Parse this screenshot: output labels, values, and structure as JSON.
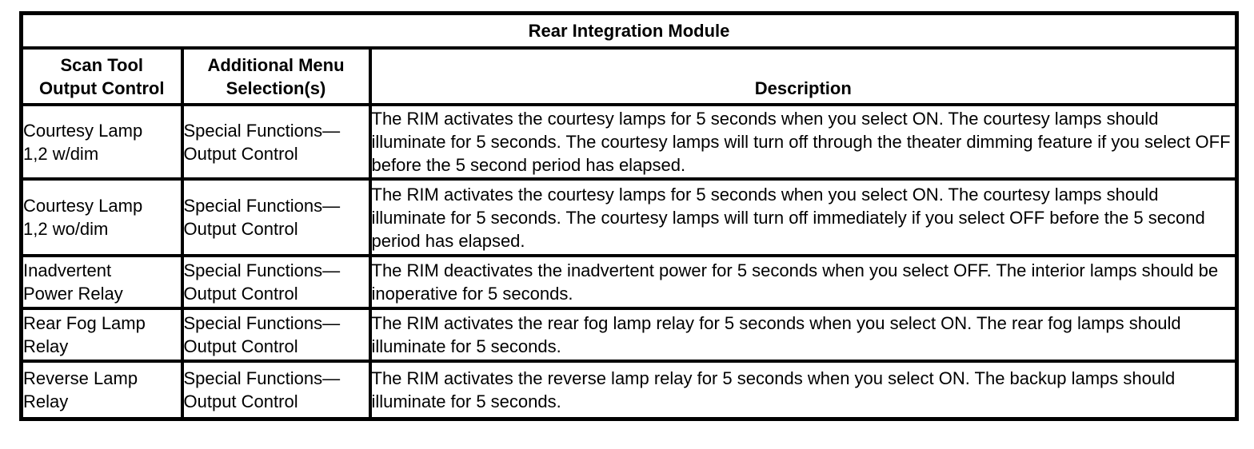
{
  "table": {
    "title": "Rear Integration Module",
    "columns": {
      "col1": "Scan Tool\nOutput Control",
      "col2": "Additional Menu\nSelection(s)",
      "col3": "Description"
    },
    "rows": [
      {
        "output_control": "Courtesy Lamp\n1,2 w/dim",
        "menu_selection": "Special Functions—\nOutput Control",
        "description": "The RIM activates the courtesy lamps for 5 seconds when you select ON. The courtesy lamps should illuminate for 5 seconds. The courtesy lamps will turn off through the theater dimming feature if you select OFF before the 5 second period has elapsed."
      },
      {
        "output_control": "Courtesy Lamp\n1,2 wo/dim",
        "menu_selection": "Special Functions—\nOutput Control",
        "description": "The RIM activates the courtesy lamps for 5 seconds when you select ON. The courtesy lamps should illuminate for 5 seconds. The courtesy lamps will turn off immediately if you select OFF before the 5 second period has elapsed."
      },
      {
        "output_control": "Inadvertent\nPower Relay",
        "menu_selection": "Special Functions—\nOutput Control",
        "description": "The RIM deactivates the inadvertent power for 5 seconds when you select OFF. The interior lamps should be inoperative for 5 seconds."
      },
      {
        "output_control": "Rear Fog Lamp\nRelay",
        "menu_selection": "Special Functions—\nOutput Control",
        "description": "The RIM activates the rear fog lamp relay for 5 seconds when you select ON. The rear fog lamps should illuminate for 5 seconds."
      },
      {
        "output_control": "Reverse Lamp\nRelay",
        "menu_selection": "Special Functions—\nOutput Control",
        "description": "The RIM activates the reverse lamp relay for 5 seconds when you select ON. The backup lamps should illuminate for 5 seconds."
      }
    ]
  }
}
